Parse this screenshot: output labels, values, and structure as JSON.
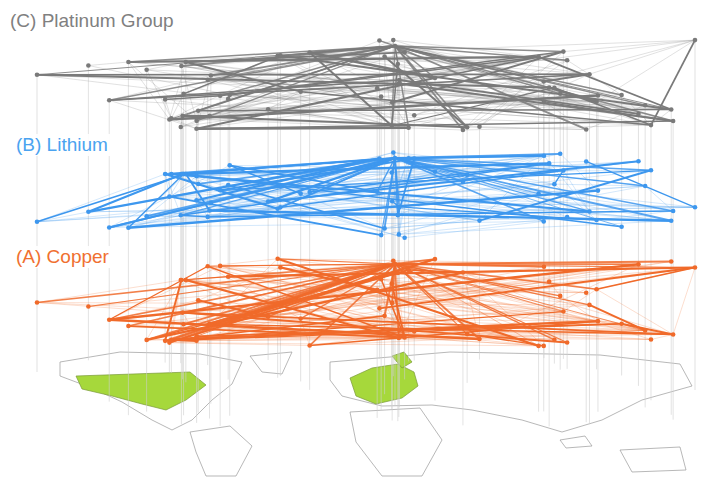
{
  "diagram": {
    "labels": [
      "(C) Platinum Group",
      "(B) Lithium",
      "(A) Copper"
    ]
  }
}
